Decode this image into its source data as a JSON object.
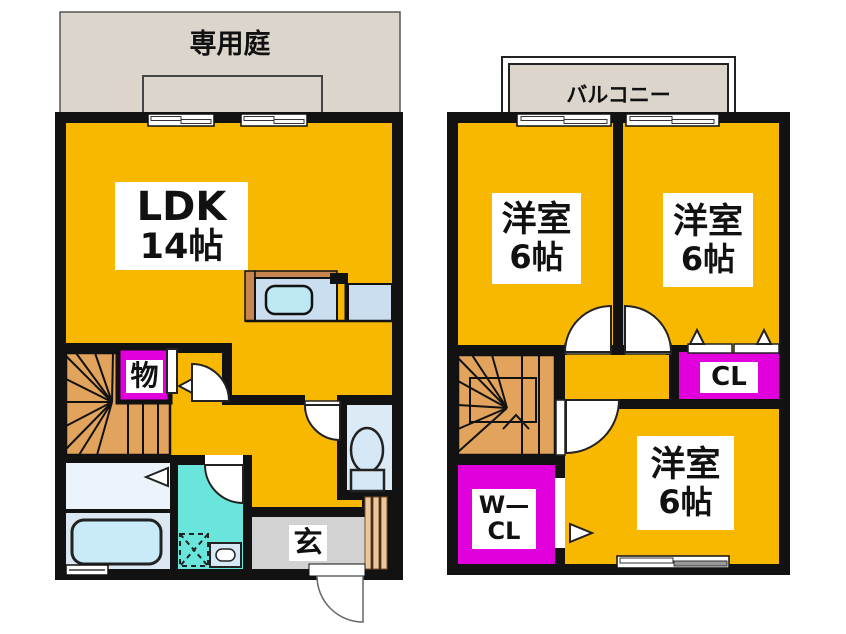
{
  "palette": {
    "wall": "#121212",
    "room": "#F9B800",
    "stairs": "#E2A35C",
    "closet": "#E100DC",
    "garden": "#DBD5CC",
    "entrance": "#D2D2D2",
    "pale": "#ECF3FA",
    "bath": "#DBE7F3",
    "tub": "#C9EAF8",
    "washroom": "#69E5DC",
    "sanitary": "#DCEAF6",
    "fixture": "#D6E8F5",
    "counter": "#CBDEF0",
    "sink": "#BCE7F3",
    "counter_edge": "#C8854E",
    "wood": "#EBC79E"
  },
  "floor1": {
    "garden_label": "専用庭",
    "ldk": {
      "name": "LDK",
      "size": "14帖"
    },
    "storage_label": "物",
    "entrance_label": "玄"
  },
  "floor2": {
    "balcony_label": "バルコニー",
    "bedroom1": {
      "name": "洋室",
      "size": "6帖"
    },
    "bedroom2": {
      "name": "洋室",
      "size": "6帖"
    },
    "bedroom3": {
      "name": "洋室",
      "size": "6帖"
    },
    "closet_label": "CL",
    "walk_in_closet": {
      "line1": "W—",
      "line2": "CL"
    }
  }
}
